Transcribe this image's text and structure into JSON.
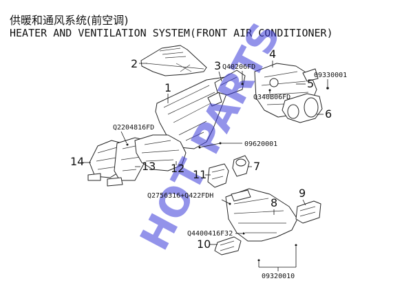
{
  "title": {
    "chinese": "供暖和通风系统(前空调)",
    "english": "HEATER AND VENTILATION SYSTEM(FRONT AIR CONDITIONER)"
  },
  "callouts": {
    "n1": "1",
    "n2": "2",
    "n3": "3",
    "n4": "4",
    "n5": "5",
    "n6": "6",
    "n7": "7",
    "n8": "8",
    "n9": "9",
    "n10": "10",
    "n11": "11",
    "n12": "12",
    "n13": "13",
    "n14": "14"
  },
  "codes": {
    "c_q40206fd": "Q40206FD",
    "c_09330001": "09330001",
    "c_q340b06fd": "Q340B06FD",
    "c_q2204816fd": "Q2204816FD",
    "c_09620001": "09620001",
    "c_q2756316": "Q2756316+Q422FDH",
    "c_q4400416f32": "Q4400416F32",
    "c_09320010": "09320010"
  },
  "watermark": "HOT PARTS"
}
